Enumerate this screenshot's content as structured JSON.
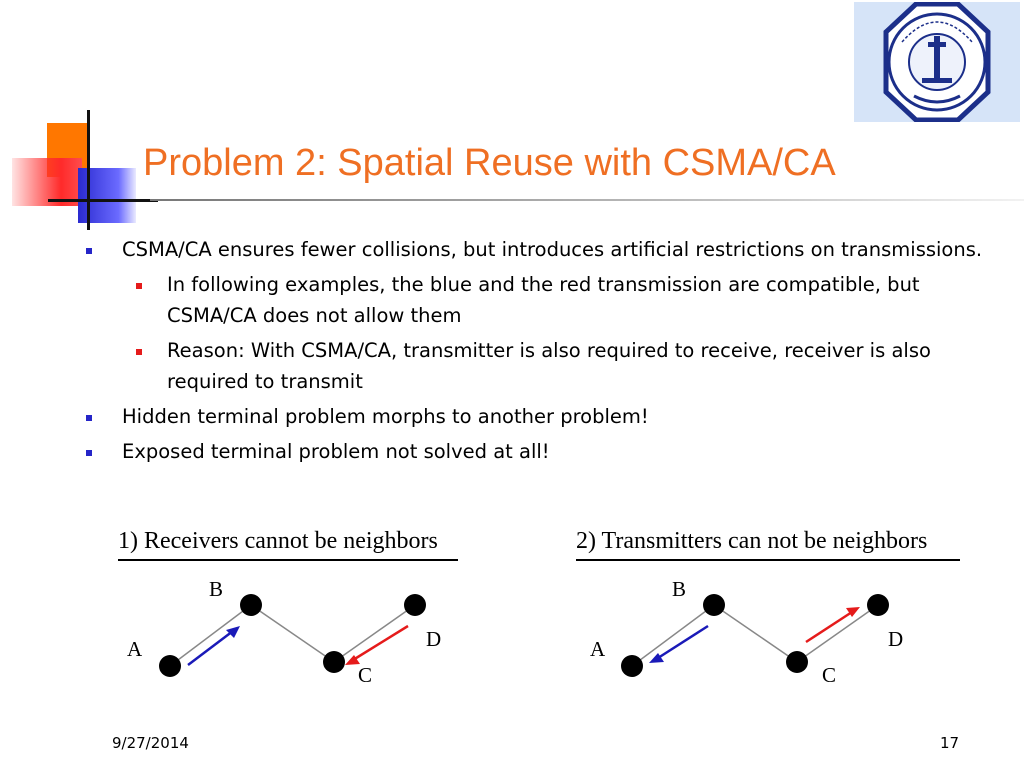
{
  "slide": {
    "title": "Problem 2: Spatial Reuse with CSMA/CA",
    "date": "9/27/2014",
    "page_number": "17"
  },
  "bullets": {
    "b1": "CSMA/CA ensures fewer collisions, but introduces artificial restrictions on transmissions.",
    "b1_sub1": "In following examples, the blue and the red transmission are compatible, but CSMA/CA does not allow them",
    "b1_sub2": " Reason: With CSMA/CA, transmitter is also required to receive, receiver is also required to transmit",
    "b2": "Hidden terminal problem morphs to another problem!",
    "b3": "Exposed terminal problem not solved at all!"
  },
  "diagram1": {
    "caption": "1) Receivers cannot be neighbors",
    "nodes": {
      "a": "A",
      "b": "B",
      "c": "C",
      "d": "D"
    }
  },
  "diagram2": {
    "caption": "2) Transmitters can not be neighbors",
    "nodes": {
      "a": "A",
      "b": "B",
      "c": "C",
      "d": "D"
    }
  },
  "colors": {
    "title": "#ef6f23",
    "blue_arrow": "#1a1ab8",
    "red_arrow": "#e51b1b"
  },
  "icons": {
    "logo": "university-seal-logo"
  }
}
